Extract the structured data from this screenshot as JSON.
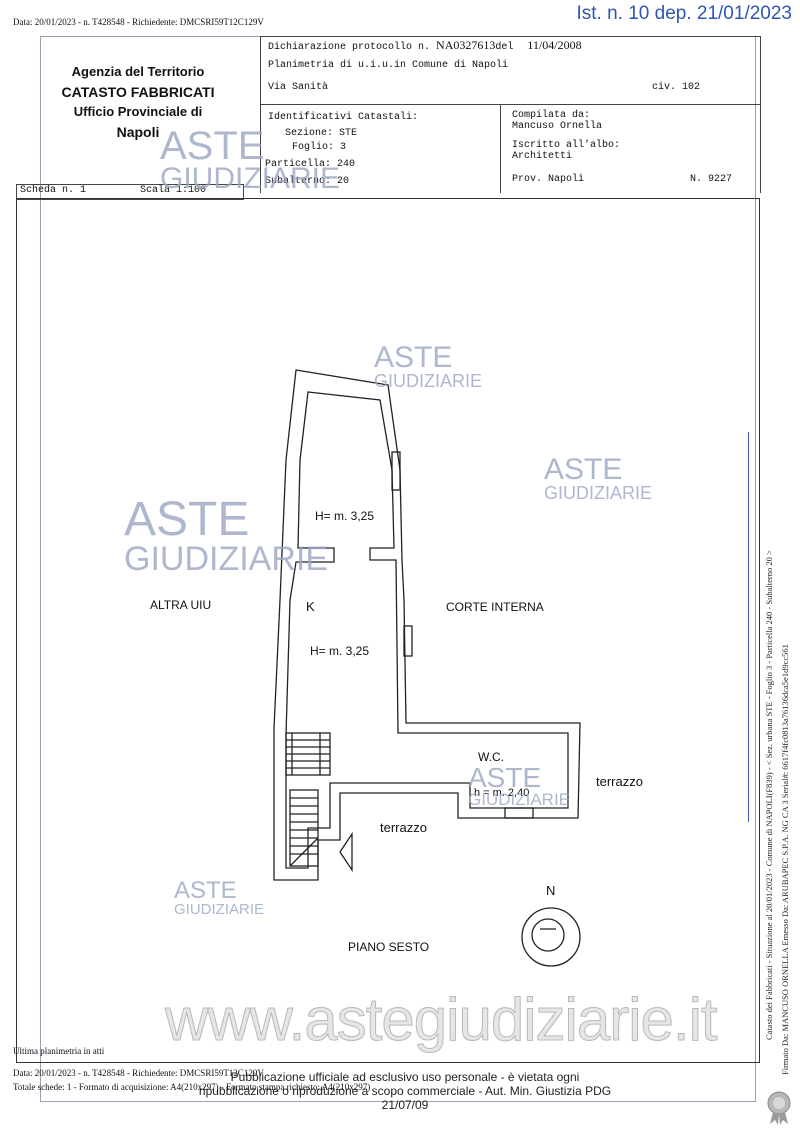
{
  "top_line": "Data: 20/01/2023 - n. T428548 - Richiedente: DMCSRI59T12C129V",
  "ist_stamp": "Ist. n. 10 dep. 21/01/2023",
  "agency": {
    "line1": "Agenzia del Territorio",
    "line2": "CATASTO FABBRICATI",
    "line3": "Ufficio Provinciale di",
    "line4": "Napoli"
  },
  "header": {
    "dichiarazione_label": "Dichiarazione protocollo n.",
    "protocollo": "NA0327613",
    "del_label": "del",
    "date": "11/04/2008",
    "planimetria": "Planimetria di u.i.u.in Comune di Napoli",
    "via": "Via Sanità",
    "civ": "civ. 102"
  },
  "identificativi": {
    "title": "Identificativi Catastali:",
    "sezione": "Sezione: STE",
    "foglio": "Foglio: 3",
    "particella": "Particella: 240",
    "subalterno": "Subalterno: 20"
  },
  "compilata": {
    "title": "Compilata da:",
    "name": "Mancuso Ornella",
    "iscritto": "Iscritto all'albo:",
    "albo": "Architetti",
    "prov": "Prov. Napoli",
    "n": "N.  9227"
  },
  "scheda": {
    "label": "Scheda n. 1",
    "scala": "Scala 1:100"
  },
  "plan_labels": {
    "h_top": "H= m. 3,25",
    "k": "K",
    "h_mid": "H= m. 3,25",
    "altra": "ALTRA UIU",
    "corte": "CORTE INTERNA",
    "wc": "W.C.",
    "h_wc": "h = m. 2,40",
    "terrazzo_right": "terrazzo",
    "terrazzo_bottom": "terrazzo",
    "north": "N",
    "piano": "PIANO SESTO"
  },
  "watermark": {
    "line1": "ASTE",
    "line2": "GIUDIZIARIE"
  },
  "url_watermark": "www.astegiudiziarie.it",
  "side_text_1": "Catasto dei Fabbricati - Situazione al 20/01/2023 - Comune di NAPOLI(F839) - < Sez. urbana STE - Foglio 3 - Particella 240 - Subalterno 20 >",
  "side_text_2": "Firmato Da: MANCUSO ORNELLA Emesso Da: ARUBAPEC S.P.A. NG CA 3 Serial#: 6617f4fc0813a76136dca5e1d9cc561",
  "ultima": "Ultima planimetria in atti",
  "bottom_line1": "Data: 20/01/2023 - n. T428548 - Richiedente: DMCSRI59T12C129V",
  "bottom_line2": "Totale schede: 1 - Formato di acquisizione: A4(210x297) - Formato stampa richiesto: A4(210x297)",
  "pub_line1": "Pubblicazione ufficiale ad esclusivo uso personale - è vietata ogni",
  "pub_line2": "ripubblicazione o riproduzione a scopo commerciale - Aut. Min. Giustizia PDG 21/07/09"
}
